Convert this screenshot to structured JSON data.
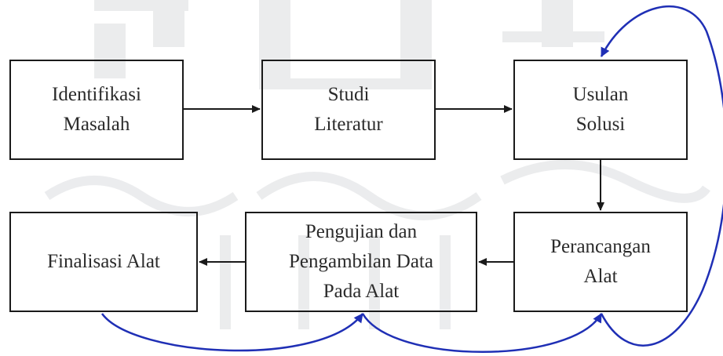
{
  "diagram": {
    "boxes": {
      "identifikasi": {
        "line1": "Identifikasi",
        "line2": "Masalah"
      },
      "studi": {
        "line1": "Studi",
        "line2": "Literatur"
      },
      "usulan": {
        "line1": "Usulan",
        "line2": "Solusi"
      },
      "perancangan": {
        "line1": "Perancangan",
        "line2": "Alat"
      },
      "pengujian": {
        "line1": "Pengujian dan",
        "line2": "Pengambilan Data",
        "line3": "Pada Alat"
      },
      "finalisasi": {
        "line1": "Finalisasi Alat"
      }
    },
    "colors": {
      "box_border": "#1a1a1a",
      "arrow": "#1a1a1a",
      "feedback_arrow": "#1f2fb5",
      "watermark": "#e9eaec"
    }
  }
}
